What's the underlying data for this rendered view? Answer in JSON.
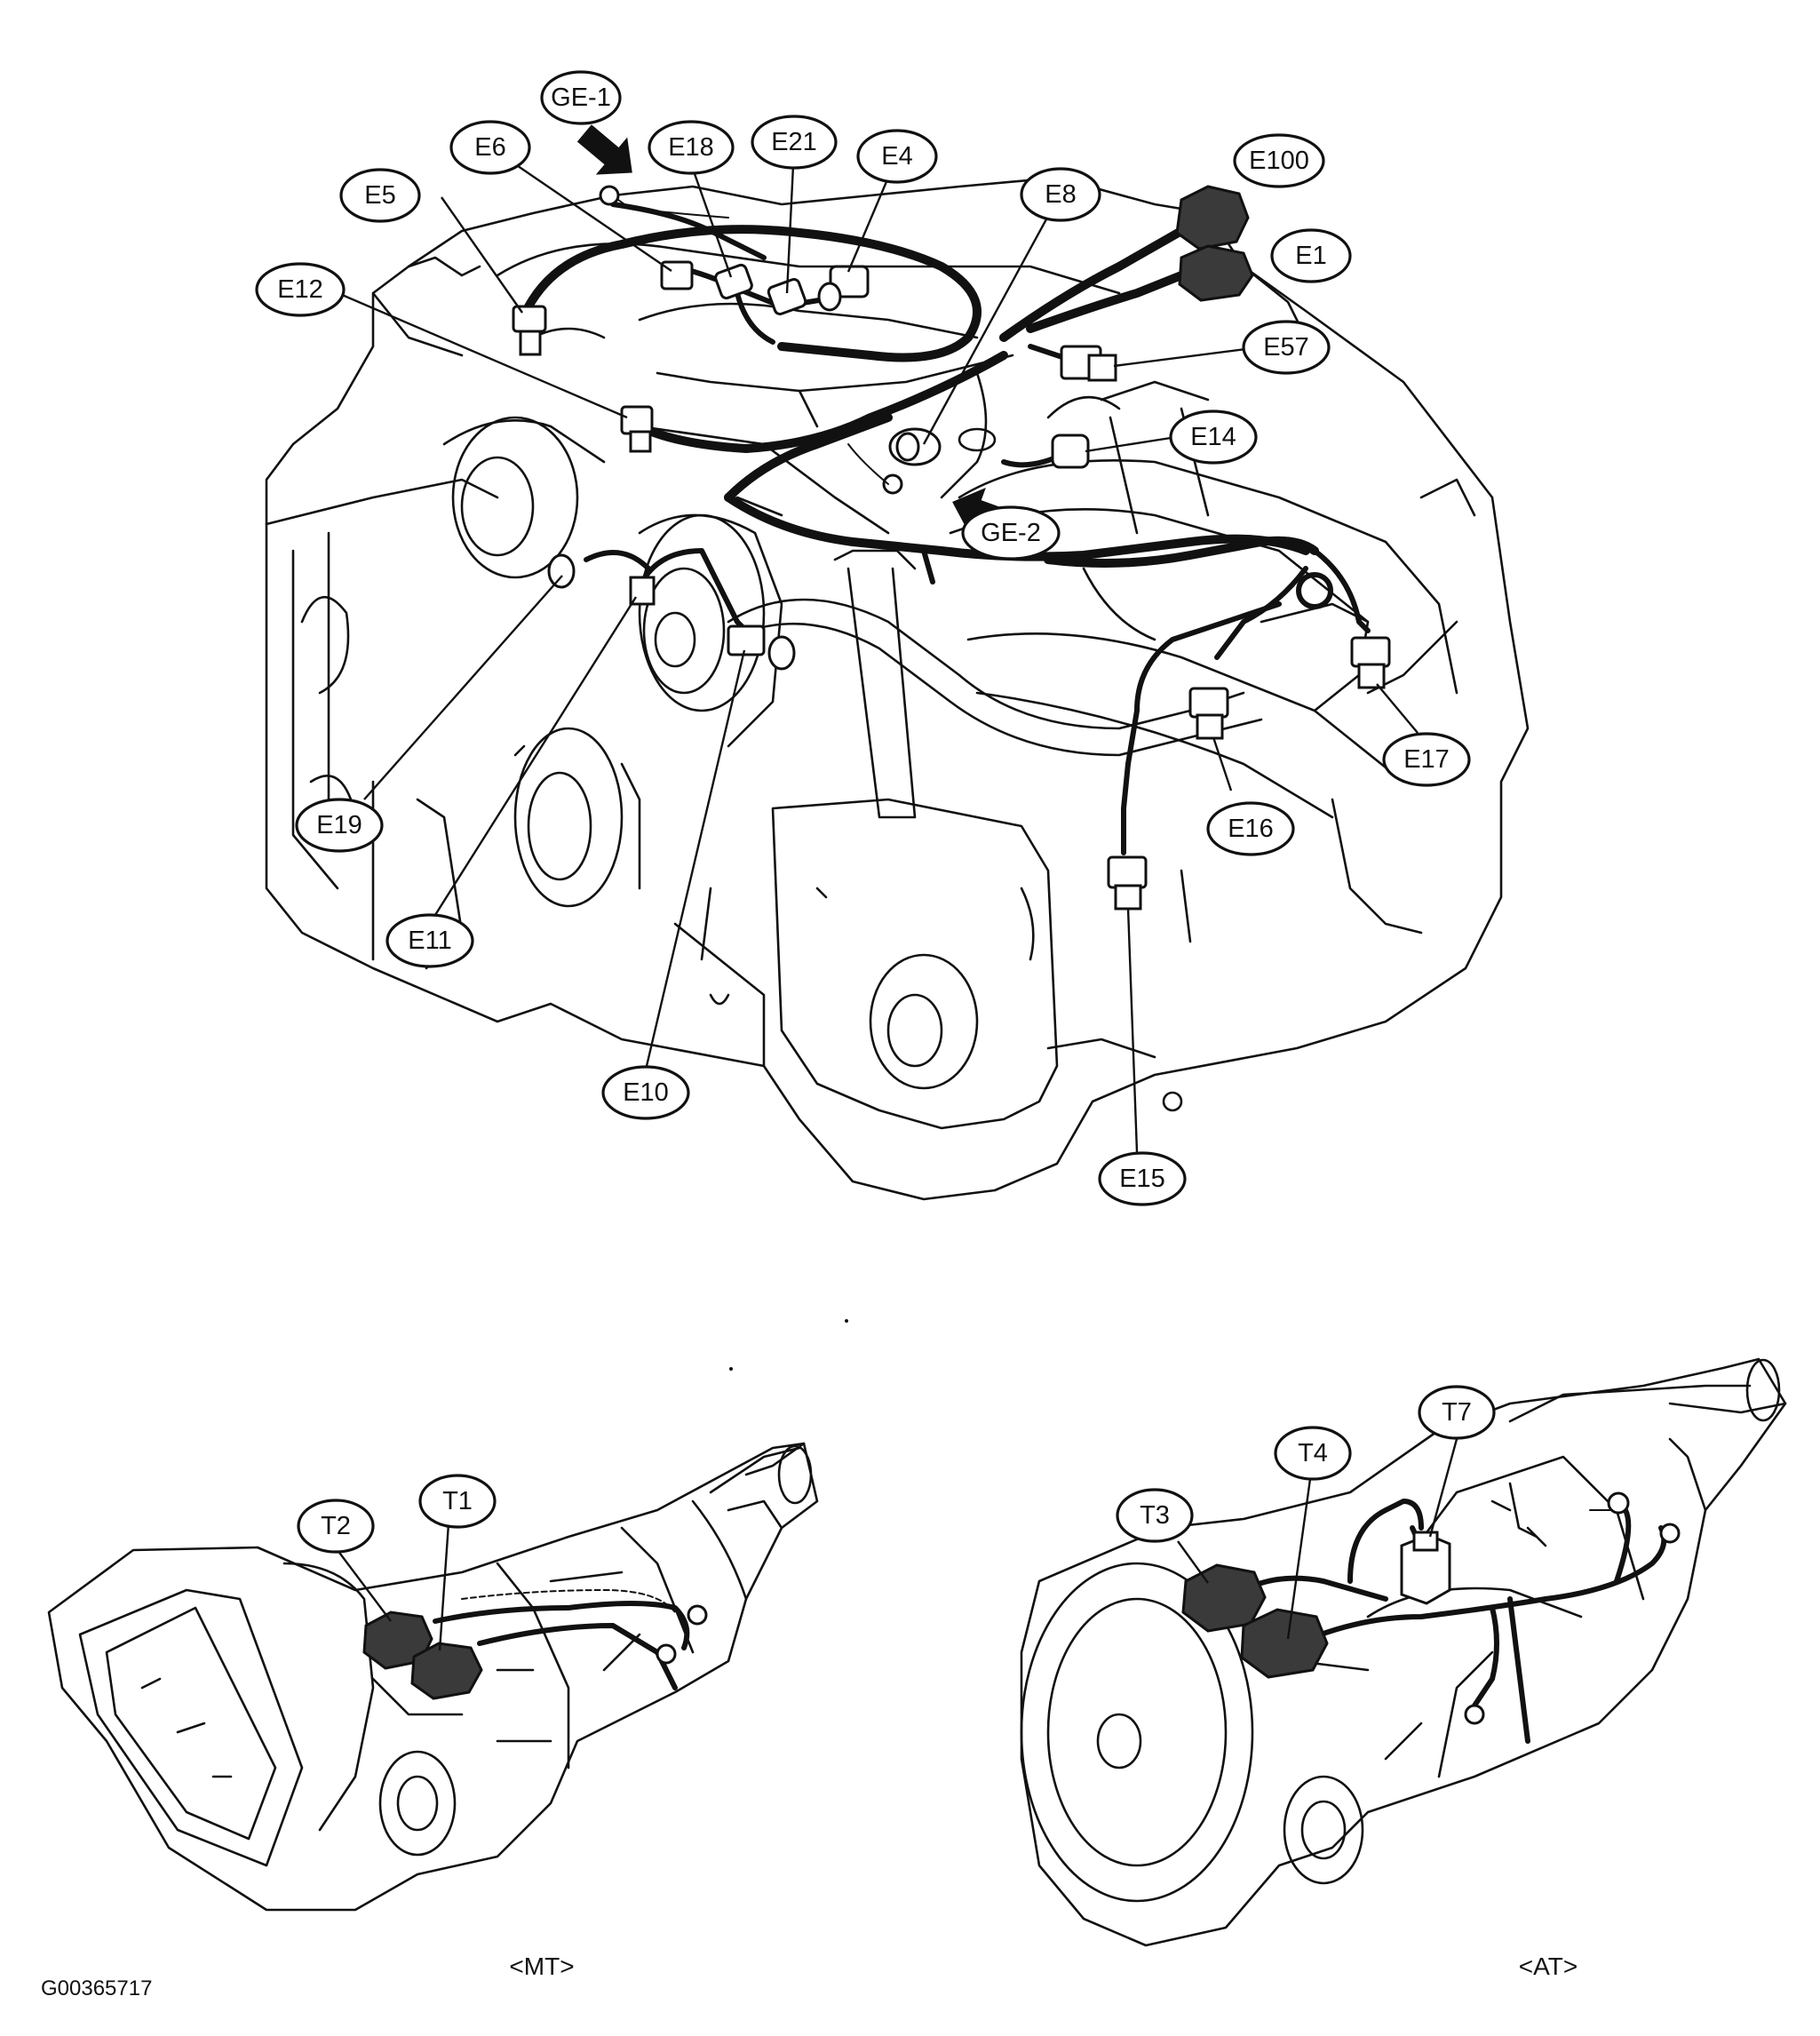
{
  "diagram": {
    "figure_code": "G00365717",
    "engine_connectors": {
      "ge1": "GE-1",
      "ge2": "GE-2",
      "e1": "E1",
      "e4": "E4",
      "e5": "E5",
      "e6": "E6",
      "e8": "E8",
      "e10": "E10",
      "e11": "E11",
      "e12": "E12",
      "e14": "E14",
      "e15": "E15",
      "e16": "E16",
      "e17": "E17",
      "e18": "E18",
      "e19": "E19",
      "e21": "E21",
      "e57": "E57",
      "e100": "E100"
    },
    "mt_transmission": {
      "caption": "<MT>",
      "t1": "T1",
      "t2": "T2"
    },
    "at_transmission": {
      "caption": "<AT>",
      "t3": "T3",
      "t4": "T4",
      "t7": "T7"
    }
  }
}
